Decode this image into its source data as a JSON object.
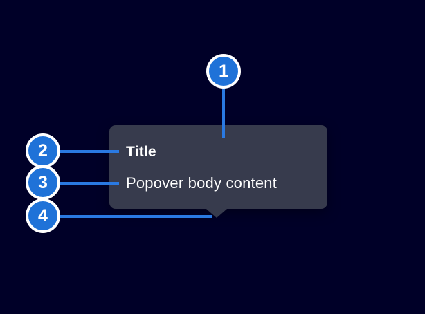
{
  "popover": {
    "title": "Title",
    "body": "Popover body content"
  },
  "callouts": {
    "labels": [
      "1",
      "2",
      "3",
      "4"
    ]
  },
  "colors": {
    "background": "#000028",
    "popover_background": "#373B4D",
    "badge_blue": "#1F72D8",
    "line_blue": "#2A79E2",
    "badge_ring": "#FFFFFF",
    "text": "#FFFFFF"
  }
}
